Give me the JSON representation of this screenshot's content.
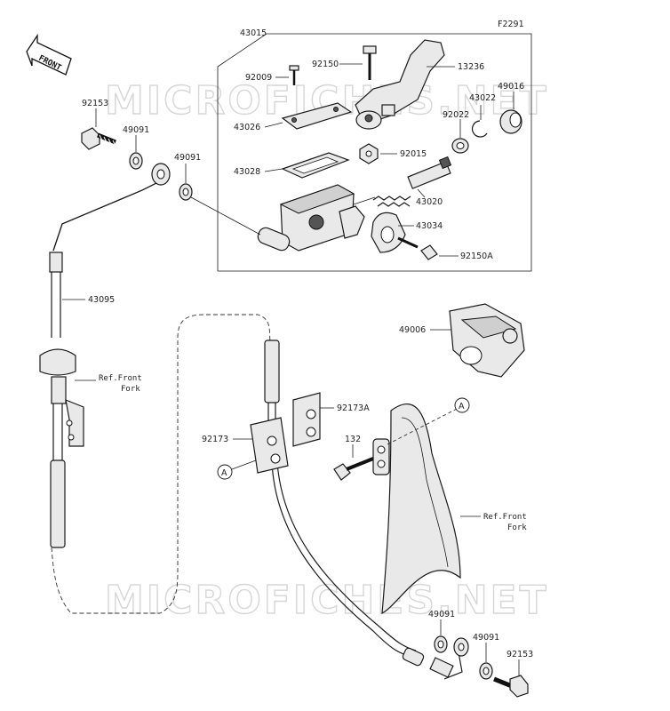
{
  "figure_code": "F2291",
  "front_label": "FRONT",
  "watermark": "MICROFICHES.NET",
  "callout_letter": "A",
  "refs": {
    "front_fork_1": "Ref.Front",
    "front_fork_2": "Fork"
  },
  "parts": {
    "p43015": "43015",
    "p92150": "92150",
    "p13236": "13236",
    "p92009": "92009",
    "p43022": "43022",
    "p49016": "49016",
    "p92153": "92153",
    "p49091": "49091",
    "p43026": "43026",
    "p92022": "92022",
    "p92015": "92015",
    "p43028": "43028",
    "p43020": "43020",
    "p43034": "43034",
    "p92150A": "92150A",
    "p43095": "43095",
    "p49006": "49006",
    "p92173A": "92173A",
    "p92173": "92173",
    "p132": "132"
  }
}
